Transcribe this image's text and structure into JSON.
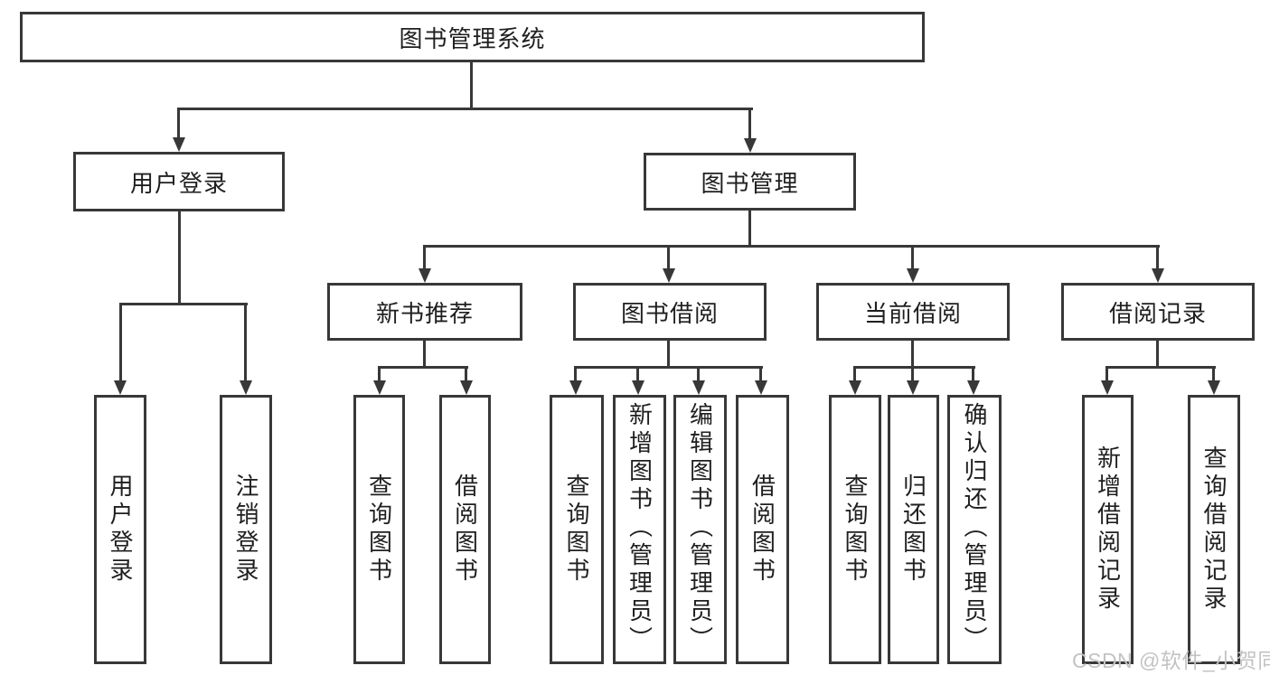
{
  "diagram_title": "图书管理系统",
  "watermark": "CSDN @软件_小贺同学",
  "colors": {
    "line": "#383838",
    "text": "#1f1f1f",
    "background": "#ffffff",
    "watermark": "#c3c3c3"
  },
  "tree": {
    "root": {
      "label": "图书管理系统",
      "children": [
        {
          "label": "用户登录",
          "children": [
            {
              "label": "用户登录"
            },
            {
              "label": "注销登录"
            }
          ]
        },
        {
          "label": "图书管理",
          "children": [
            {
              "label": "新书推荐",
              "children": [
                {
                  "label": "查询图书"
                },
                {
                  "label": "借阅图书"
                }
              ]
            },
            {
              "label": "图书借阅",
              "children": [
                {
                  "label": "查询图书"
                },
                {
                  "label": "新增图书（管理员）"
                },
                {
                  "label": "编辑图书（管理员）"
                },
                {
                  "label": "借阅图书"
                }
              ]
            },
            {
              "label": "当前借阅",
              "children": [
                {
                  "label": "查询图书"
                },
                {
                  "label": "归还图书"
                },
                {
                  "label": "确认归还（管理员）"
                }
              ]
            },
            {
              "label": "借阅记录",
              "children": [
                {
                  "label": "新增借阅记录"
                },
                {
                  "label": "查询借阅记录"
                }
              ]
            }
          ]
        }
      ]
    }
  }
}
